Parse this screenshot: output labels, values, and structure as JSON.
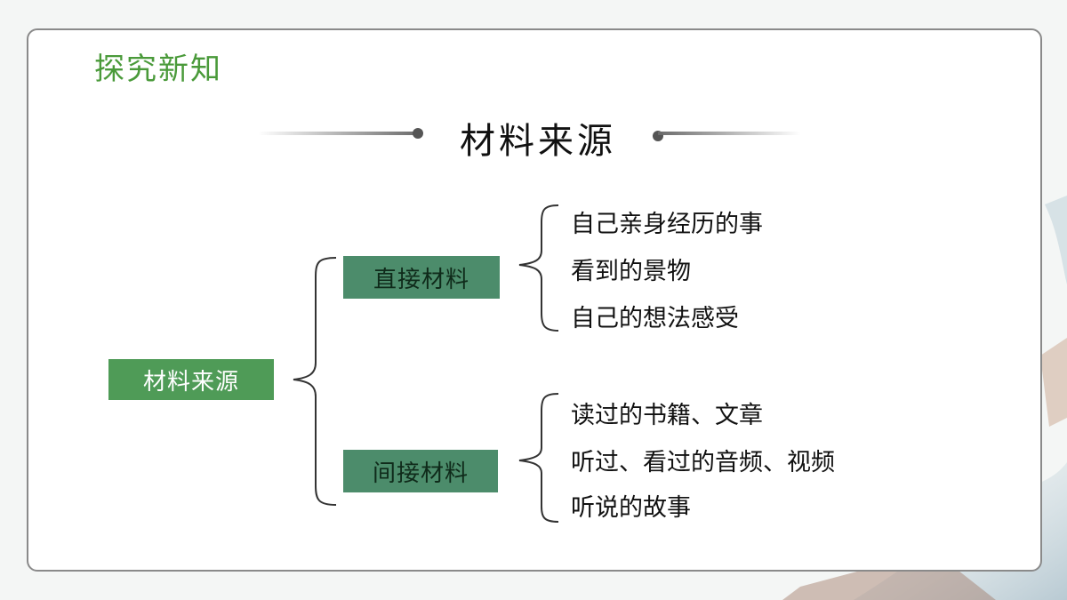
{
  "header": {
    "section_title": "探究新知",
    "main_title": "材料来源"
  },
  "diagram": {
    "root": "材料来源",
    "branches": [
      {
        "label": "直接材料",
        "items": [
          "自己亲身经历的事",
          "看到的景物",
          "自己的想法感受"
        ]
      },
      {
        "label": "间接材料",
        "items": [
          "读过的书籍、文章",
          "听过、看过的音频、视频",
          "听说的故事"
        ]
      }
    ]
  },
  "colors": {
    "title_green": "#4a9a3a",
    "root_box": "#4f9b57",
    "branch_box": "#4c8c6b",
    "frame_border": "#8a8a8a"
  }
}
